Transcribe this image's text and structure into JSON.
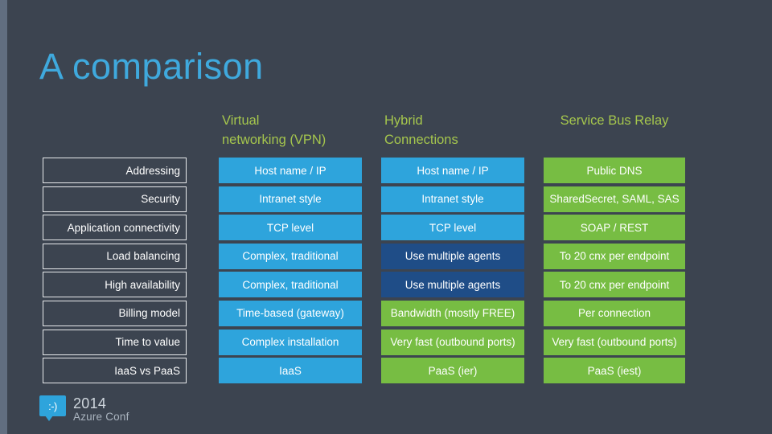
{
  "slide": {
    "title": "A comparison",
    "background_color": "#3c4450",
    "title_color": "#3fa9dd",
    "header_color": "#a5c64d",
    "accent_blue": "#2ea4dc",
    "accent_green": "#77bd43",
    "accent_navy": "#1f4d87"
  },
  "table": {
    "row_label_header": "",
    "columns": [
      {
        "label": "Virtual\nnetworking (VPN)",
        "line1": "Virtual",
        "line2": "networking (VPN)"
      },
      {
        "label": "Hybrid\nConnections",
        "line1": "Hybrid",
        "line2": "Connections"
      },
      {
        "label": "Service Bus Relay",
        "line1": "Service Bus Relay",
        "line2": ""
      }
    ],
    "rows": [
      {
        "label": "Addressing",
        "cells": [
          {
            "text": "Host name / IP",
            "color": "#2ea4dc"
          },
          {
            "text": "Host name / IP",
            "color": "#2ea4dc"
          },
          {
            "text": "Public DNS",
            "color": "#77bd43"
          }
        ]
      },
      {
        "label": "Security",
        "cells": [
          {
            "text": "Intranet style",
            "color": "#2ea4dc"
          },
          {
            "text": "Intranet style",
            "color": "#2ea4dc"
          },
          {
            "text": "SharedSecret, SAML, SAS",
            "color": "#77bd43"
          }
        ]
      },
      {
        "label": "Application connectivity",
        "cells": [
          {
            "text": "TCP level",
            "color": "#2ea4dc"
          },
          {
            "text": "TCP level",
            "color": "#2ea4dc"
          },
          {
            "text": "SOAP / REST",
            "color": "#77bd43"
          }
        ]
      },
      {
        "label": "Load balancing",
        "cells": [
          {
            "text": "Complex, traditional",
            "color": "#2ea4dc"
          },
          {
            "text": "Use multiple agents",
            "color": "#1f4d87"
          },
          {
            "text": "To 20 cnx per endpoint",
            "color": "#77bd43"
          }
        ]
      },
      {
        "label": "High availability",
        "cells": [
          {
            "text": "Complex, traditional",
            "color": "#2ea4dc"
          },
          {
            "text": "Use multiple agents",
            "color": "#1f4d87"
          },
          {
            "text": "To 20 cnx per endpoint",
            "color": "#77bd43"
          }
        ]
      },
      {
        "label": "Billing model",
        "cells": [
          {
            "text": "Time-based (gateway)",
            "color": "#2ea4dc"
          },
          {
            "text": "Bandwidth (mostly FREE)",
            "color": "#77bd43"
          },
          {
            "text": "Per connection",
            "color": "#77bd43"
          }
        ]
      },
      {
        "label": "Time to value",
        "cells": [
          {
            "text": "Complex installation",
            "color": "#2ea4dc"
          },
          {
            "text": "Very fast (outbound ports)",
            "color": "#77bd43"
          },
          {
            "text": "Very fast (outbound ports)",
            "color": "#77bd43"
          }
        ]
      },
      {
        "label": "IaaS vs PaaS",
        "cells": [
          {
            "text": "IaaS",
            "color": "#2ea4dc"
          },
          {
            "text": "PaaS (ier)",
            "color": "#77bd43"
          },
          {
            "text": "PaaS (iest)",
            "color": "#77bd43"
          }
        ]
      }
    ]
  },
  "footer": {
    "logo_icon": "smiley-speech-bubble-icon",
    "logo_smiley": ":-)",
    "year": "2014",
    "event_name": "Azure Conf"
  }
}
